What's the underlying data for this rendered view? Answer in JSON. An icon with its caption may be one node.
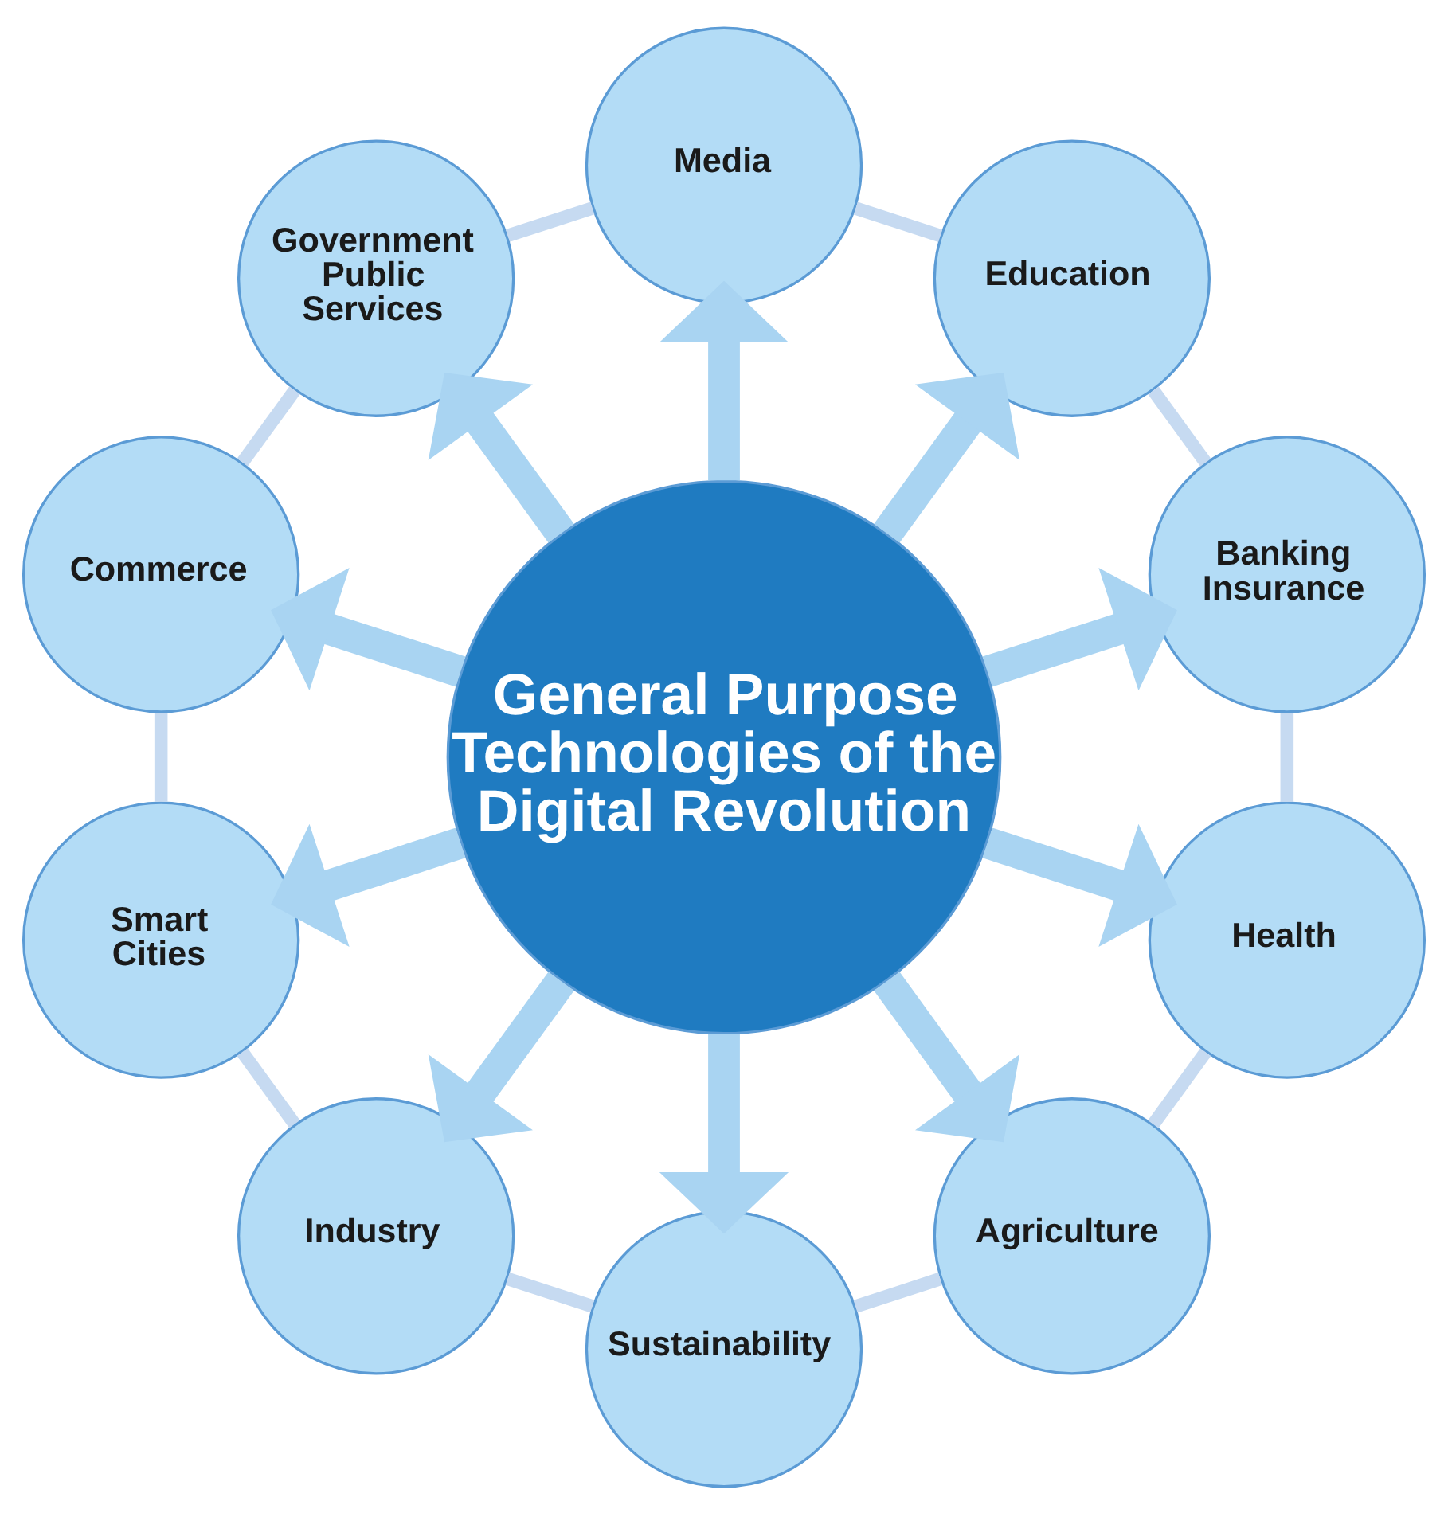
{
  "diagram": {
    "nodes": [
      {
        "text": [
          "General Purpose Technologies of the Digital Revolution"
        ]
      },
      {
        "text": [
          "Banking Insurance"
        ]
      },
      {
        "text": [
          "Education"
        ]
      },
      {
        "text": [
          "Media"
        ]
      },
      {
        "text": [
          "Government Public Services"
        ]
      },
      {
        "text": [
          "Commerce"
        ]
      },
      {
        "text": [
          "Smart Cities"
        ]
      },
      {
        "text": [
          "Industry"
        ]
      },
      {
        "text": [
          "Sustainability"
        ]
      },
      {
        "text": [
          "Agriculture"
        ]
      },
      {
        "text": [
          "Health"
        ]
      }
    ],
    "edges": [
      {
        "from": 0,
        "to": 1,
        "arrow": "to",
        "style": "thick",
        "color": "#a9d4f2"
      },
      {
        "from": 0,
        "to": 2,
        "arrow": "to",
        "style": "thick",
        "color": "#a9d4f2"
      },
      {
        "from": 0,
        "to": 3,
        "arrow": "to",
        "style": "thick",
        "color": "#a9d4f2"
      },
      {
        "from": 0,
        "to": 4,
        "arrow": "to",
        "style": "thick",
        "color": "#a9d4f2"
      },
      {
        "from": 0,
        "to": 5,
        "arrow": "to",
        "style": "thick",
        "color": "#a9d4f2"
      },
      {
        "from": 0,
        "to": 6,
        "arrow": "to",
        "style": "thick",
        "color": "#a9d4f2"
      },
      {
        "from": 0,
        "to": 7,
        "arrow": "to",
        "style": "thick",
        "color": "#a9d4f2"
      },
      {
        "from": 0,
        "to": 8,
        "arrow": "to",
        "style": "thick",
        "color": "#a9d4f2"
      },
      {
        "from": 0,
        "to": 9,
        "arrow": "to",
        "style": "thick",
        "color": "#a9d4f2"
      },
      {
        "from": 0,
        "to": 10,
        "arrow": "to",
        "style": "thick",
        "color": "#a9d4f2"
      },
      {
        "from": 1,
        "to": 2,
        "arrow": "none",
        "color": "#c6daf1"
      },
      {
        "from": 2,
        "to": 3,
        "arrow": "none",
        "color": "#c6daf1"
      },
      {
        "from": 3,
        "to": 4,
        "arrow": "none",
        "color": "#c6daf1"
      },
      {
        "from": 4,
        "to": 5,
        "arrow": "none",
        "color": "#c6daf1"
      },
      {
        "from": 5,
        "to": 6,
        "arrow": "none",
        "color": "#c6daf1"
      },
      {
        "from": 6,
        "to": 7,
        "arrow": "none",
        "color": "#c6daf1"
      },
      {
        "from": 7,
        "to": 8,
        "arrow": "none",
        "color": "#c6daf1"
      },
      {
        "from": 8,
        "to": 9,
        "arrow": "none",
        "color": "#c6daf1"
      },
      {
        "from": 9,
        "to": 10,
        "arrow": "none",
        "color": "#c6daf1"
      },
      {
        "from": 10,
        "to": 1,
        "arrow": "none",
        "color": "#c6daf1"
      }
    ]
  }
}
